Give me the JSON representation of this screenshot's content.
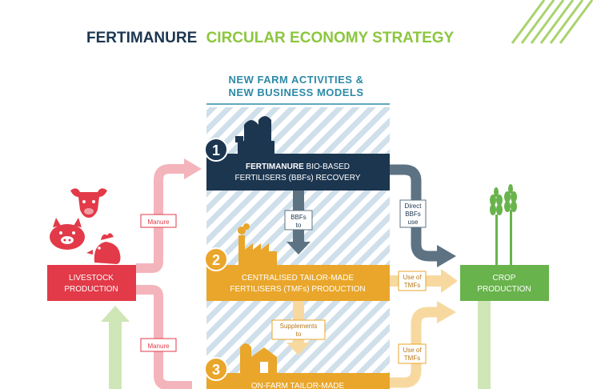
{
  "title": {
    "part1": "FERTIMANURE",
    "part2": "CIRCULAR ECONOMY STRATEGY"
  },
  "center_header": {
    "line1": "NEW FARM ACTIVITIES &",
    "line2": "NEW BUSINESS MODELS"
  },
  "steps": [
    {
      "number": "1",
      "line1_bold": "FERTIMANURE",
      "line1_rest": " BIO-BASED",
      "line2": "FERTILISERS (BBFs) RECOVERY",
      "icon": "silo-icon"
    },
    {
      "number": "2",
      "line1": "CENTRALISED TAILOR-MADE",
      "line2": "FERTILISERS (TMFs) PRODUCTION",
      "icon": "factory-icon"
    },
    {
      "number": "3",
      "line1": "ON-FARM TAILOR-MADE",
      "icon": "farm-barn-icon"
    }
  ],
  "livestock": {
    "line1": "LIVESTOCK",
    "line2": "PRODUCTION",
    "icons": [
      "cow-icon",
      "pig-icon",
      "chicken-icon"
    ]
  },
  "crop": {
    "line1": "CROP",
    "line2": "PRODUCTION",
    "icon": "wheat-icon"
  },
  "arrow_labels": {
    "manure_top": "Manure",
    "manure_bottom": "Manure",
    "bbfs_to": {
      "line1": "BBFs",
      "line2": "to"
    },
    "direct_bbfs": {
      "line1": "Direct",
      "line2": "BBFs",
      "line3": "use"
    },
    "use_tmfs_1": {
      "line1": "Use of",
      "line2": "TMFs"
    },
    "use_tmfs_2": {
      "line1": "Use of",
      "line2": "TMFs"
    },
    "supplements_to": {
      "line1": "Supplements",
      "line2": "to"
    }
  },
  "colors": {
    "navy": "#1c3650",
    "green": "#8cc63f",
    "teal": "#2d8aa8",
    "red": "#e23a48",
    "pink_arrow": "#f4b4bb",
    "gold": "#e9a62a",
    "pale_gold": "#f7d9a0",
    "crop_green": "#69b34c",
    "pale_green": "#cfe6b6",
    "slate": "#5d7384"
  }
}
